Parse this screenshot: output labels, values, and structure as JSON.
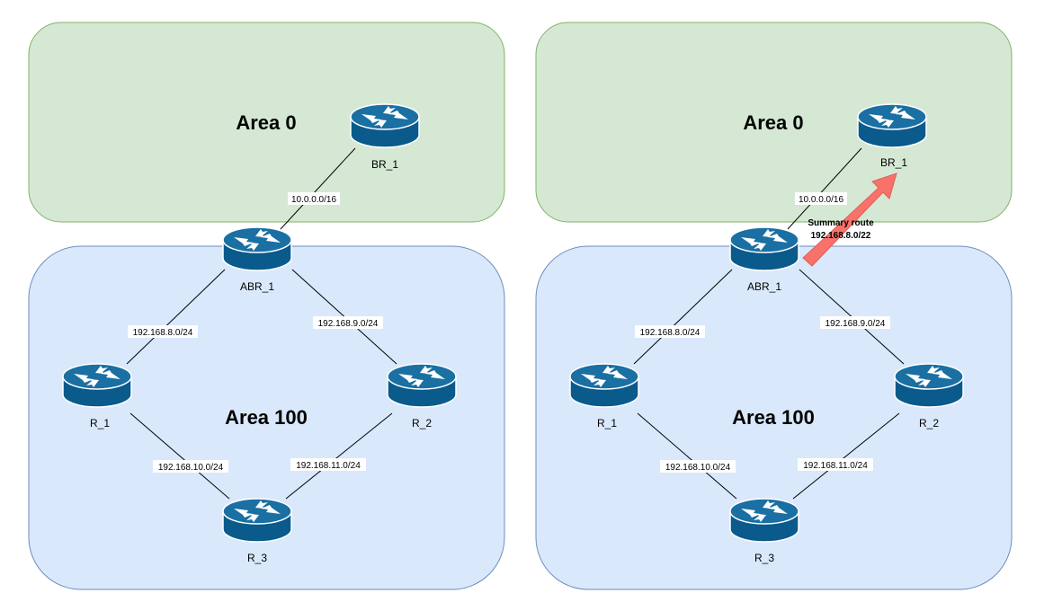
{
  "colors": {
    "backbone_fill": "#d5e8d4",
    "backbone_stroke": "#82b366",
    "area_fill": "#dae8fc",
    "area_stroke": "#6c8ebf",
    "router_top": "#1a6fa3",
    "router_side": "#0a5a8c",
    "link": "#000000",
    "summary_arrow": "#f8716b"
  },
  "panels": [
    {
      "backbone_title": "Area 0",
      "area_title": "Area 100",
      "routers": {
        "br": "BR_1",
        "abr": "ABR_1",
        "r1": "R_1",
        "r2": "R_2",
        "r3": "R_3"
      },
      "links": {
        "br_abr": "10.0.0.0/16",
        "abr_r1": "192.168.8.0/24",
        "abr_r2": "192.168.9.0/24",
        "r1_r3": "192.168.10.0/24",
        "r2_r3": "192.168.11.0/24"
      }
    },
    {
      "backbone_title": "Area 0",
      "area_title": "Area 100",
      "routers": {
        "br": "BR_1",
        "abr": "ABR_1",
        "r1": "R_1",
        "r2": "R_2",
        "r3": "R_3"
      },
      "links": {
        "br_abr": "10.0.0.0/16",
        "abr_r1": "192.168.8.0/24",
        "abr_r2": "192.168.9.0/24",
        "r1_r3": "192.168.10.0/24",
        "r2_r3": "192.168.11.0/24"
      },
      "summary": {
        "line1": "Summary route",
        "line2": "192.168.8.0/22"
      }
    }
  ]
}
